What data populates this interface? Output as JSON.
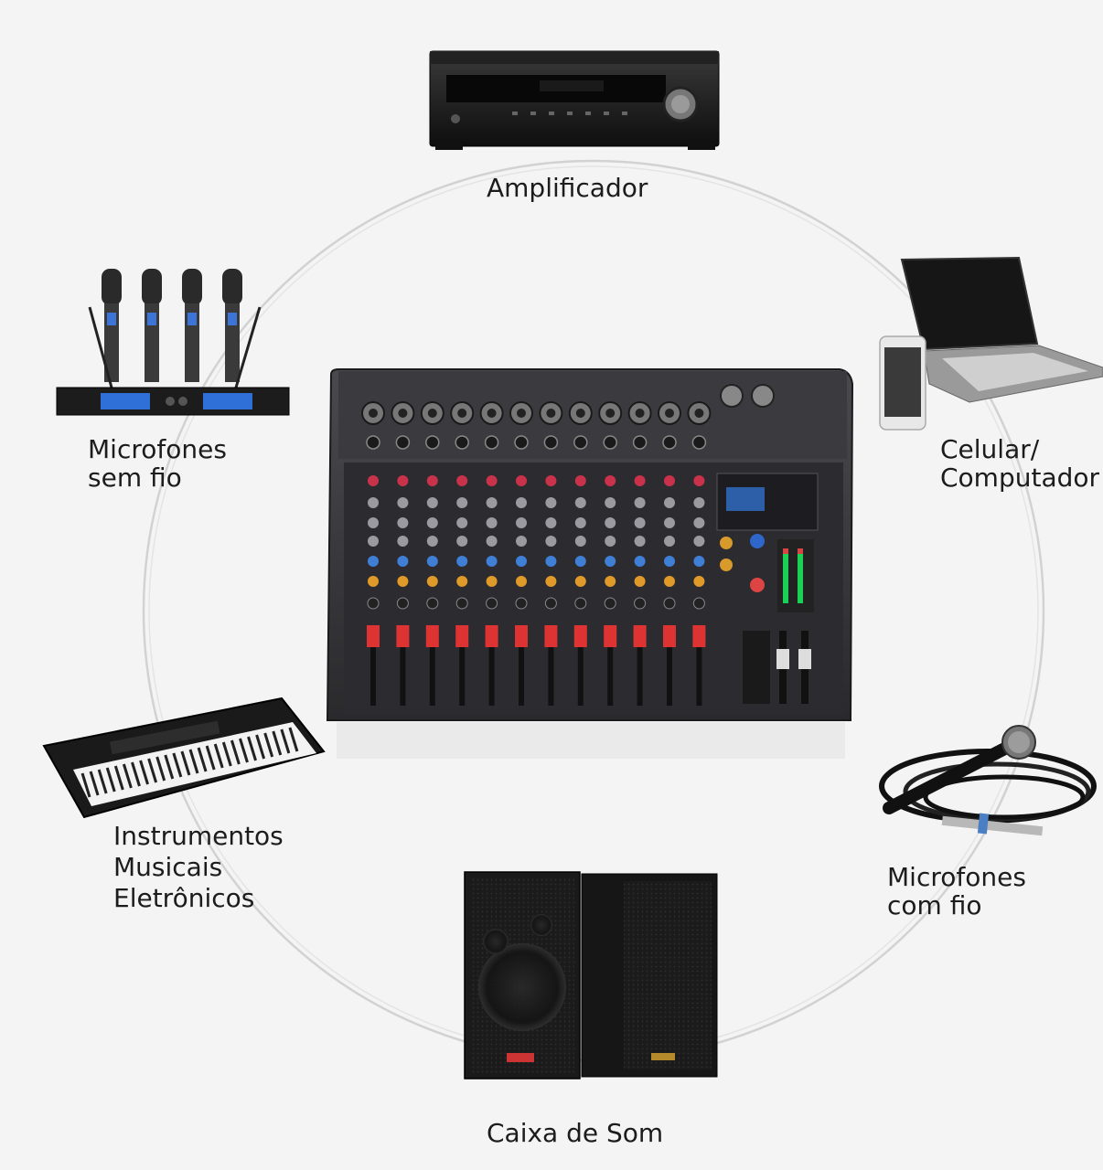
{
  "diagram": {
    "center_device": "mixer",
    "ring_color": "#cfcfcf",
    "nodes": [
      {
        "id": "amplifier",
        "icon": "amplifier-icon",
        "lines": [
          "Amplificador"
        ]
      },
      {
        "id": "wireless-mics",
        "icon": "wireless-microphones-icon",
        "lines": [
          "Microfones",
          "sem fio"
        ]
      },
      {
        "id": "phone-computer",
        "icon": "laptop-phone-icon",
        "lines": [
          "Celular/",
          "Computador"
        ]
      },
      {
        "id": "keyboard",
        "icon": "keyboard-icon",
        "lines": [
          "Instrumentos",
          "Musicais",
          "Eletrônicos"
        ]
      },
      {
        "id": "wired-mic",
        "icon": "wired-microphone-icon",
        "lines": [
          "Microfones",
          "com fio"
        ]
      },
      {
        "id": "speakers",
        "icon": "speakers-icon",
        "lines": [
          "Caixa de Som"
        ]
      }
    ]
  }
}
